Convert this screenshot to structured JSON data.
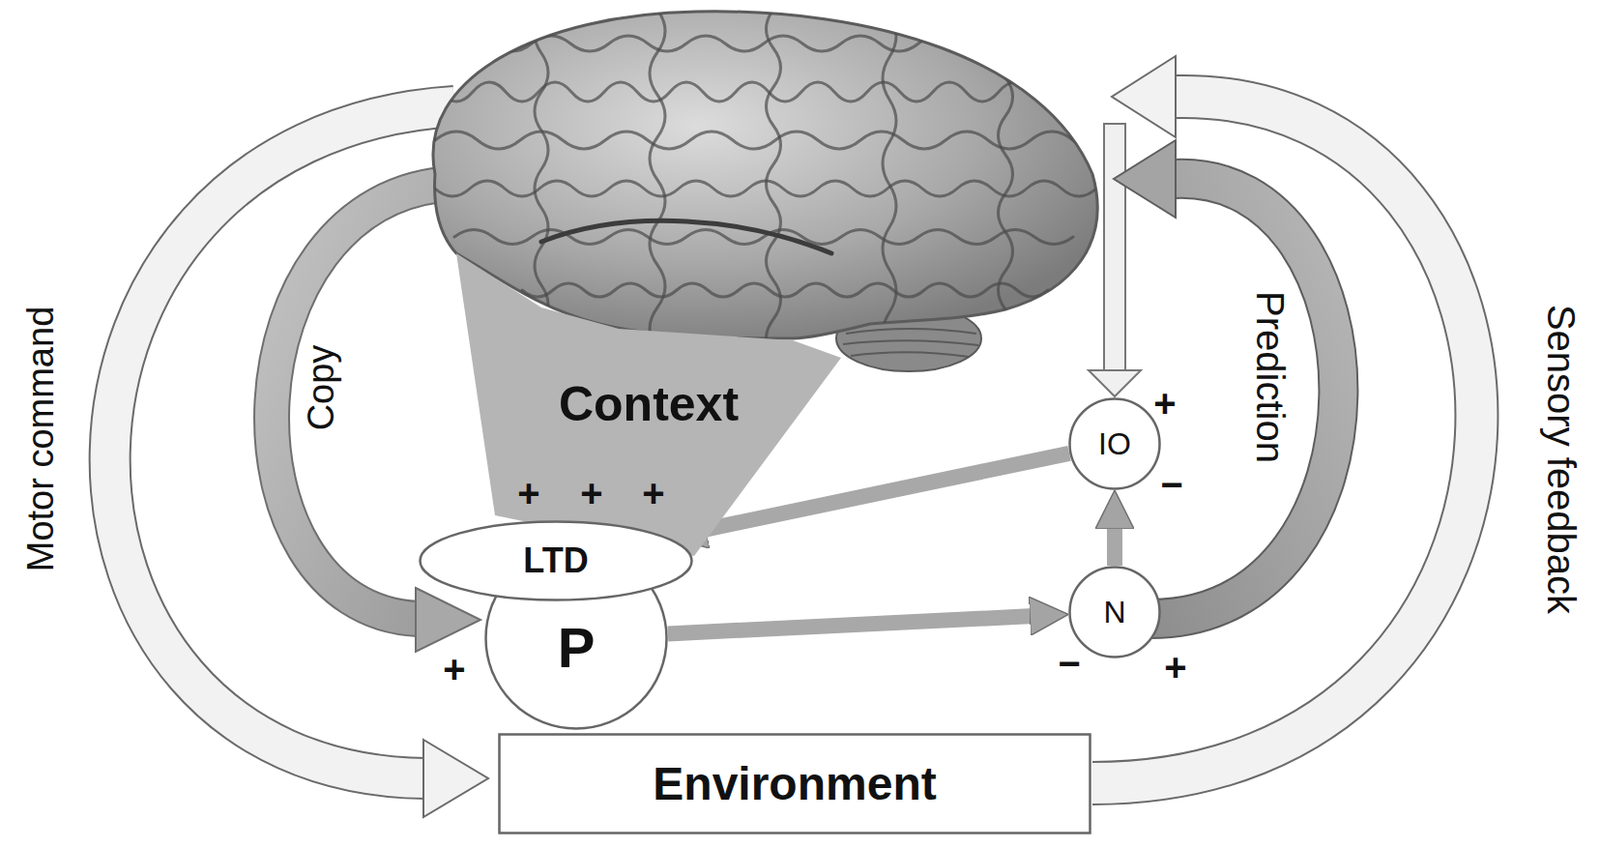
{
  "diagram": {
    "nodes": [
      {
        "text": [
          "Context"
        ]
      },
      {
        "text": [
          "P"
        ]
      },
      {
        "text": [
          "LTD"
        ]
      },
      {
        "text": [
          "IO"
        ]
      },
      {
        "text": [
          "N"
        ]
      },
      {
        "text": [
          "Environment"
        ]
      }
    ],
    "edges": [
      {
        "from": 1,
        "to": 4,
        "arrow": "to"
      },
      {
        "from": 4,
        "to": 3,
        "arrow": "to"
      },
      {
        "from": 3,
        "to": 2,
        "arrow": "to"
      }
    ],
    "labels": [
      "Motor command",
      "Copy",
      "+",
      "+",
      "+",
      "+",
      "+",
      "−",
      "−",
      "+",
      "Prediction",
      "Sensory feedback"
    ]
  }
}
